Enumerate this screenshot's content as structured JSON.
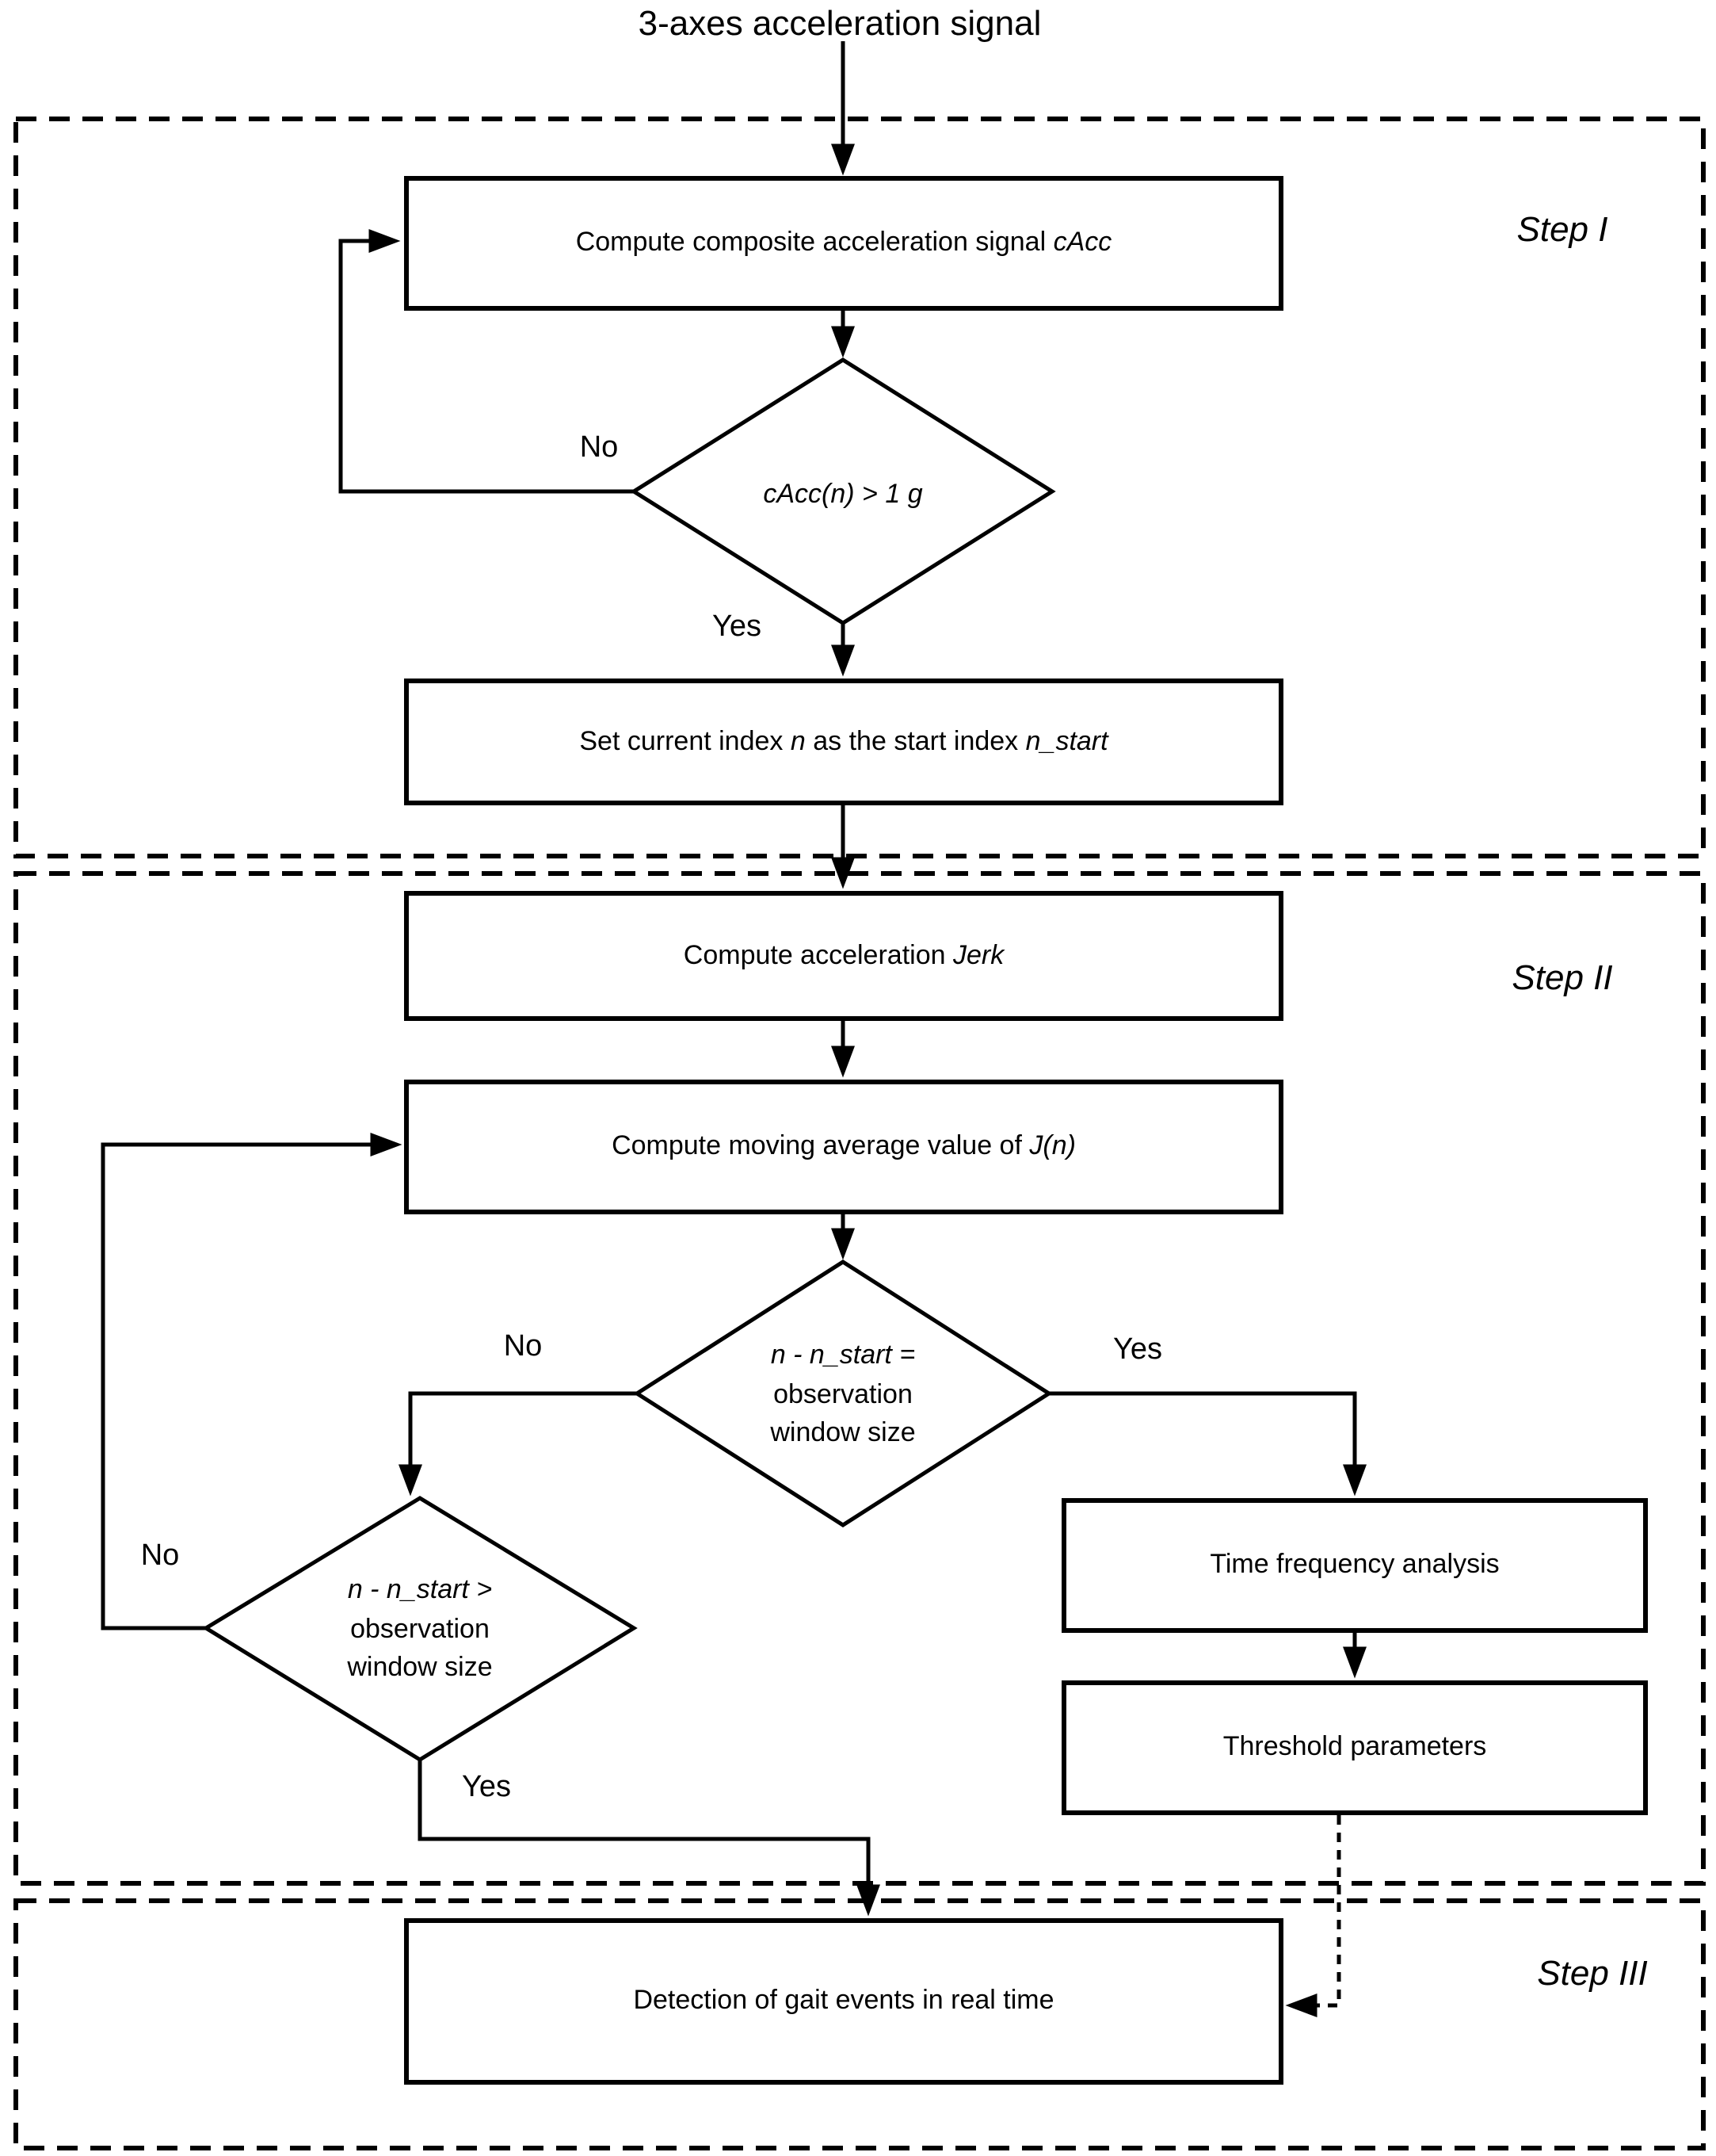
{
  "title": "3-axes acceleration signal",
  "colors": {
    "line": "#000000",
    "background": "#ffffff"
  },
  "step_labels": {
    "step1": "Step I",
    "step2": "Step II",
    "step3": "Step III"
  },
  "branch_labels": {
    "no1": "No",
    "yes1": "Yes",
    "no2": "No",
    "yes2": "Yes",
    "no3": "No",
    "yes3": "Yes"
  },
  "nodes": {
    "compute_cacc": {
      "text": "Compute composite acceleration signal ",
      "italic": "cAcc"
    },
    "decision_cacc": {
      "condition": "cAcc(n) > 1 g"
    },
    "set_index": {
      "t1": "Set current index ",
      "i1": "n",
      "t2": " as the start index ",
      "i2": "n_start"
    },
    "compute_jerk": {
      "text": "Compute acceleration ",
      "italic": "Jerk"
    },
    "moving_average": {
      "text": "Compute moving average value of ",
      "italic": "J(n)"
    },
    "decision_window_eq": {
      "l1": "n - n_start =",
      "l2": "observation",
      "l3": "window size"
    },
    "decision_window_gt": {
      "l1": "n - n_start >",
      "l2": "observation",
      "l3": "window size"
    },
    "time_frequency": {
      "text": "Time frequency analysis"
    },
    "threshold_params": {
      "text": "Threshold parameters"
    },
    "gait_detection": {
      "text": "Detection of gait events in real time"
    }
  }
}
